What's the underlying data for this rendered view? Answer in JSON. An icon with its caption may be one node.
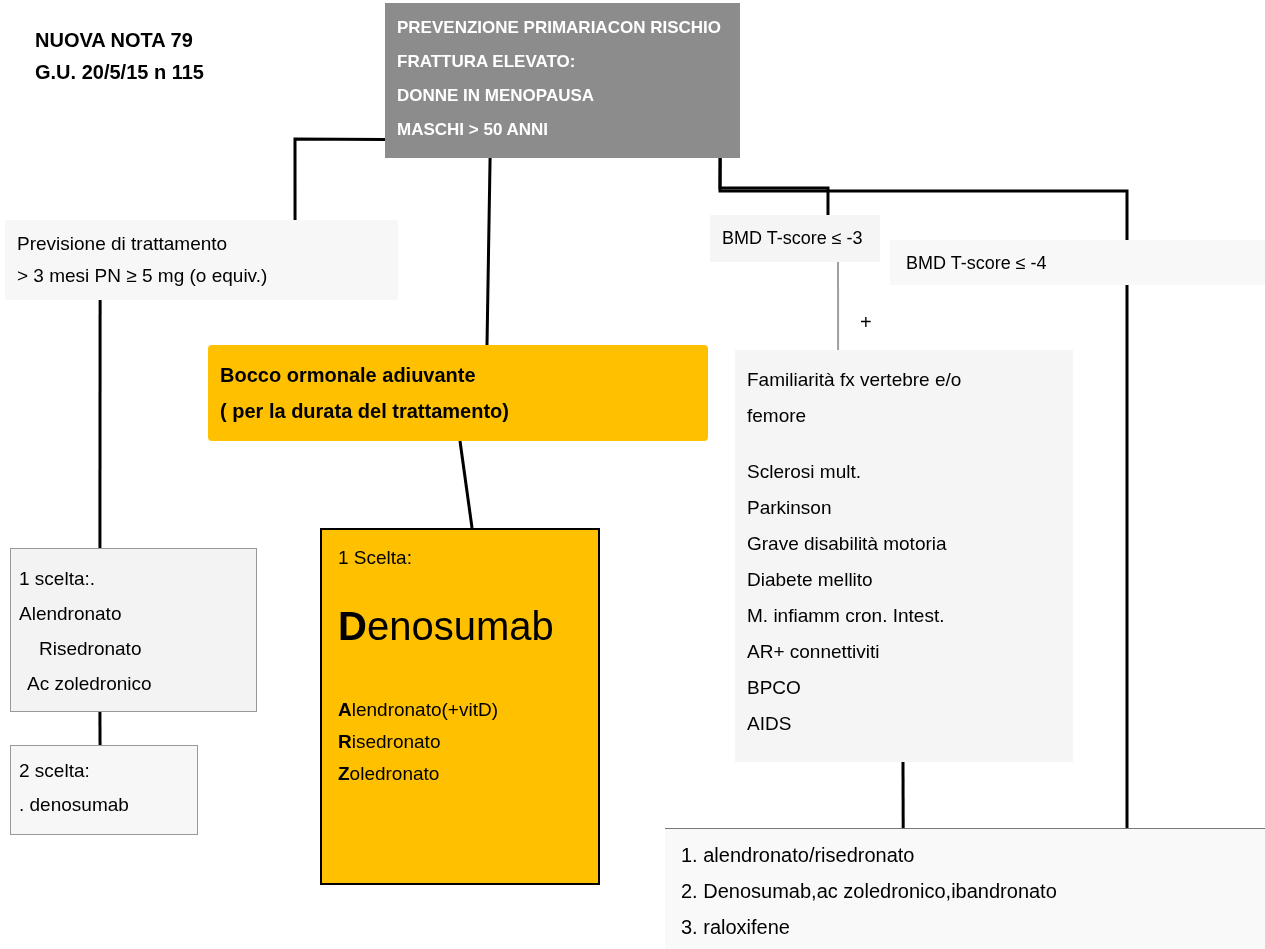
{
  "diagram": {
    "nodes": [
      {
        "text": [
          "PREVENZIONE PRIMARIACON RISCHIO FRATTURA ELEVATO:",
          "DONNE IN MENOPAUSA",
          "MASCHI > 50 ANNI"
        ]
      },
      {
        "text": [
          "Previsione di trattamento",
          "> 3 mesi PN ≥ 5 mg (o equiv.)"
        ]
      },
      {
        "text": [
          "Bocco ormonale adiuvante",
          "( per la durata del trattamento)"
        ]
      },
      {
        "text": [
          "BMD T-score ≤ -3"
        ]
      },
      {
        "text": [
          "BMD T-score ≤ -4"
        ]
      },
      {
        "text": [
          "Familiarità fx vertebre e/o femore",
          "Sclerosi mult.",
          "Parkinson",
          "Grave disabilità motoria",
          "Diabete mellito",
          "M. infiamm cron. Intest.",
          "AR+ connettiviti",
          "BPCO",
          "AIDS"
        ]
      },
      {
        "text": [
          "1 scelta:.",
          "Alendronato",
          "Risedronato",
          "Ac zoledronico"
        ]
      },
      {
        "text": [
          "2 scelta:",
          ". denosumab"
        ]
      },
      {
        "text": [
          "1 Scelta:",
          "**D**enosumab",
          "**A**lendronato(+vitD)",
          "**R**isedronato",
          "**Z**oledronato"
        ]
      },
      {
        "text": [
          "1. alendronato/risedronato",
          "2. Denosumab,ac zoledronico,ibandronato",
          "3. raloxifene"
        ]
      }
    ],
    "edges": [
      {
        "from": 0,
        "to": 1,
        "arrow": "none"
      },
      {
        "from": 0,
        "to": 2,
        "arrow": "none"
      },
      {
        "from": 0,
        "to": 3,
        "arrow": "none"
      },
      {
        "from": 0,
        "to": 4,
        "arrow": "none"
      },
      {
        "from": 1,
        "to": 6,
        "arrow": "none"
      },
      {
        "from": 2,
        "to": 8,
        "arrow": "none"
      },
      {
        "from": 3,
        "to": 5,
        "arrow": "none",
        "color": "#a0a0a0"
      },
      {
        "from": 6,
        "to": 7,
        "arrow": "none"
      },
      {
        "from": 5,
        "to": 9,
        "arrow": "none"
      },
      {
        "from": 4,
        "to": 9,
        "arrow": "none"
      }
    ],
    "labels": [
      "NUOVA NOTA 79",
      "G.U. 20/5/15 n 115",
      "+"
    ]
  }
}
